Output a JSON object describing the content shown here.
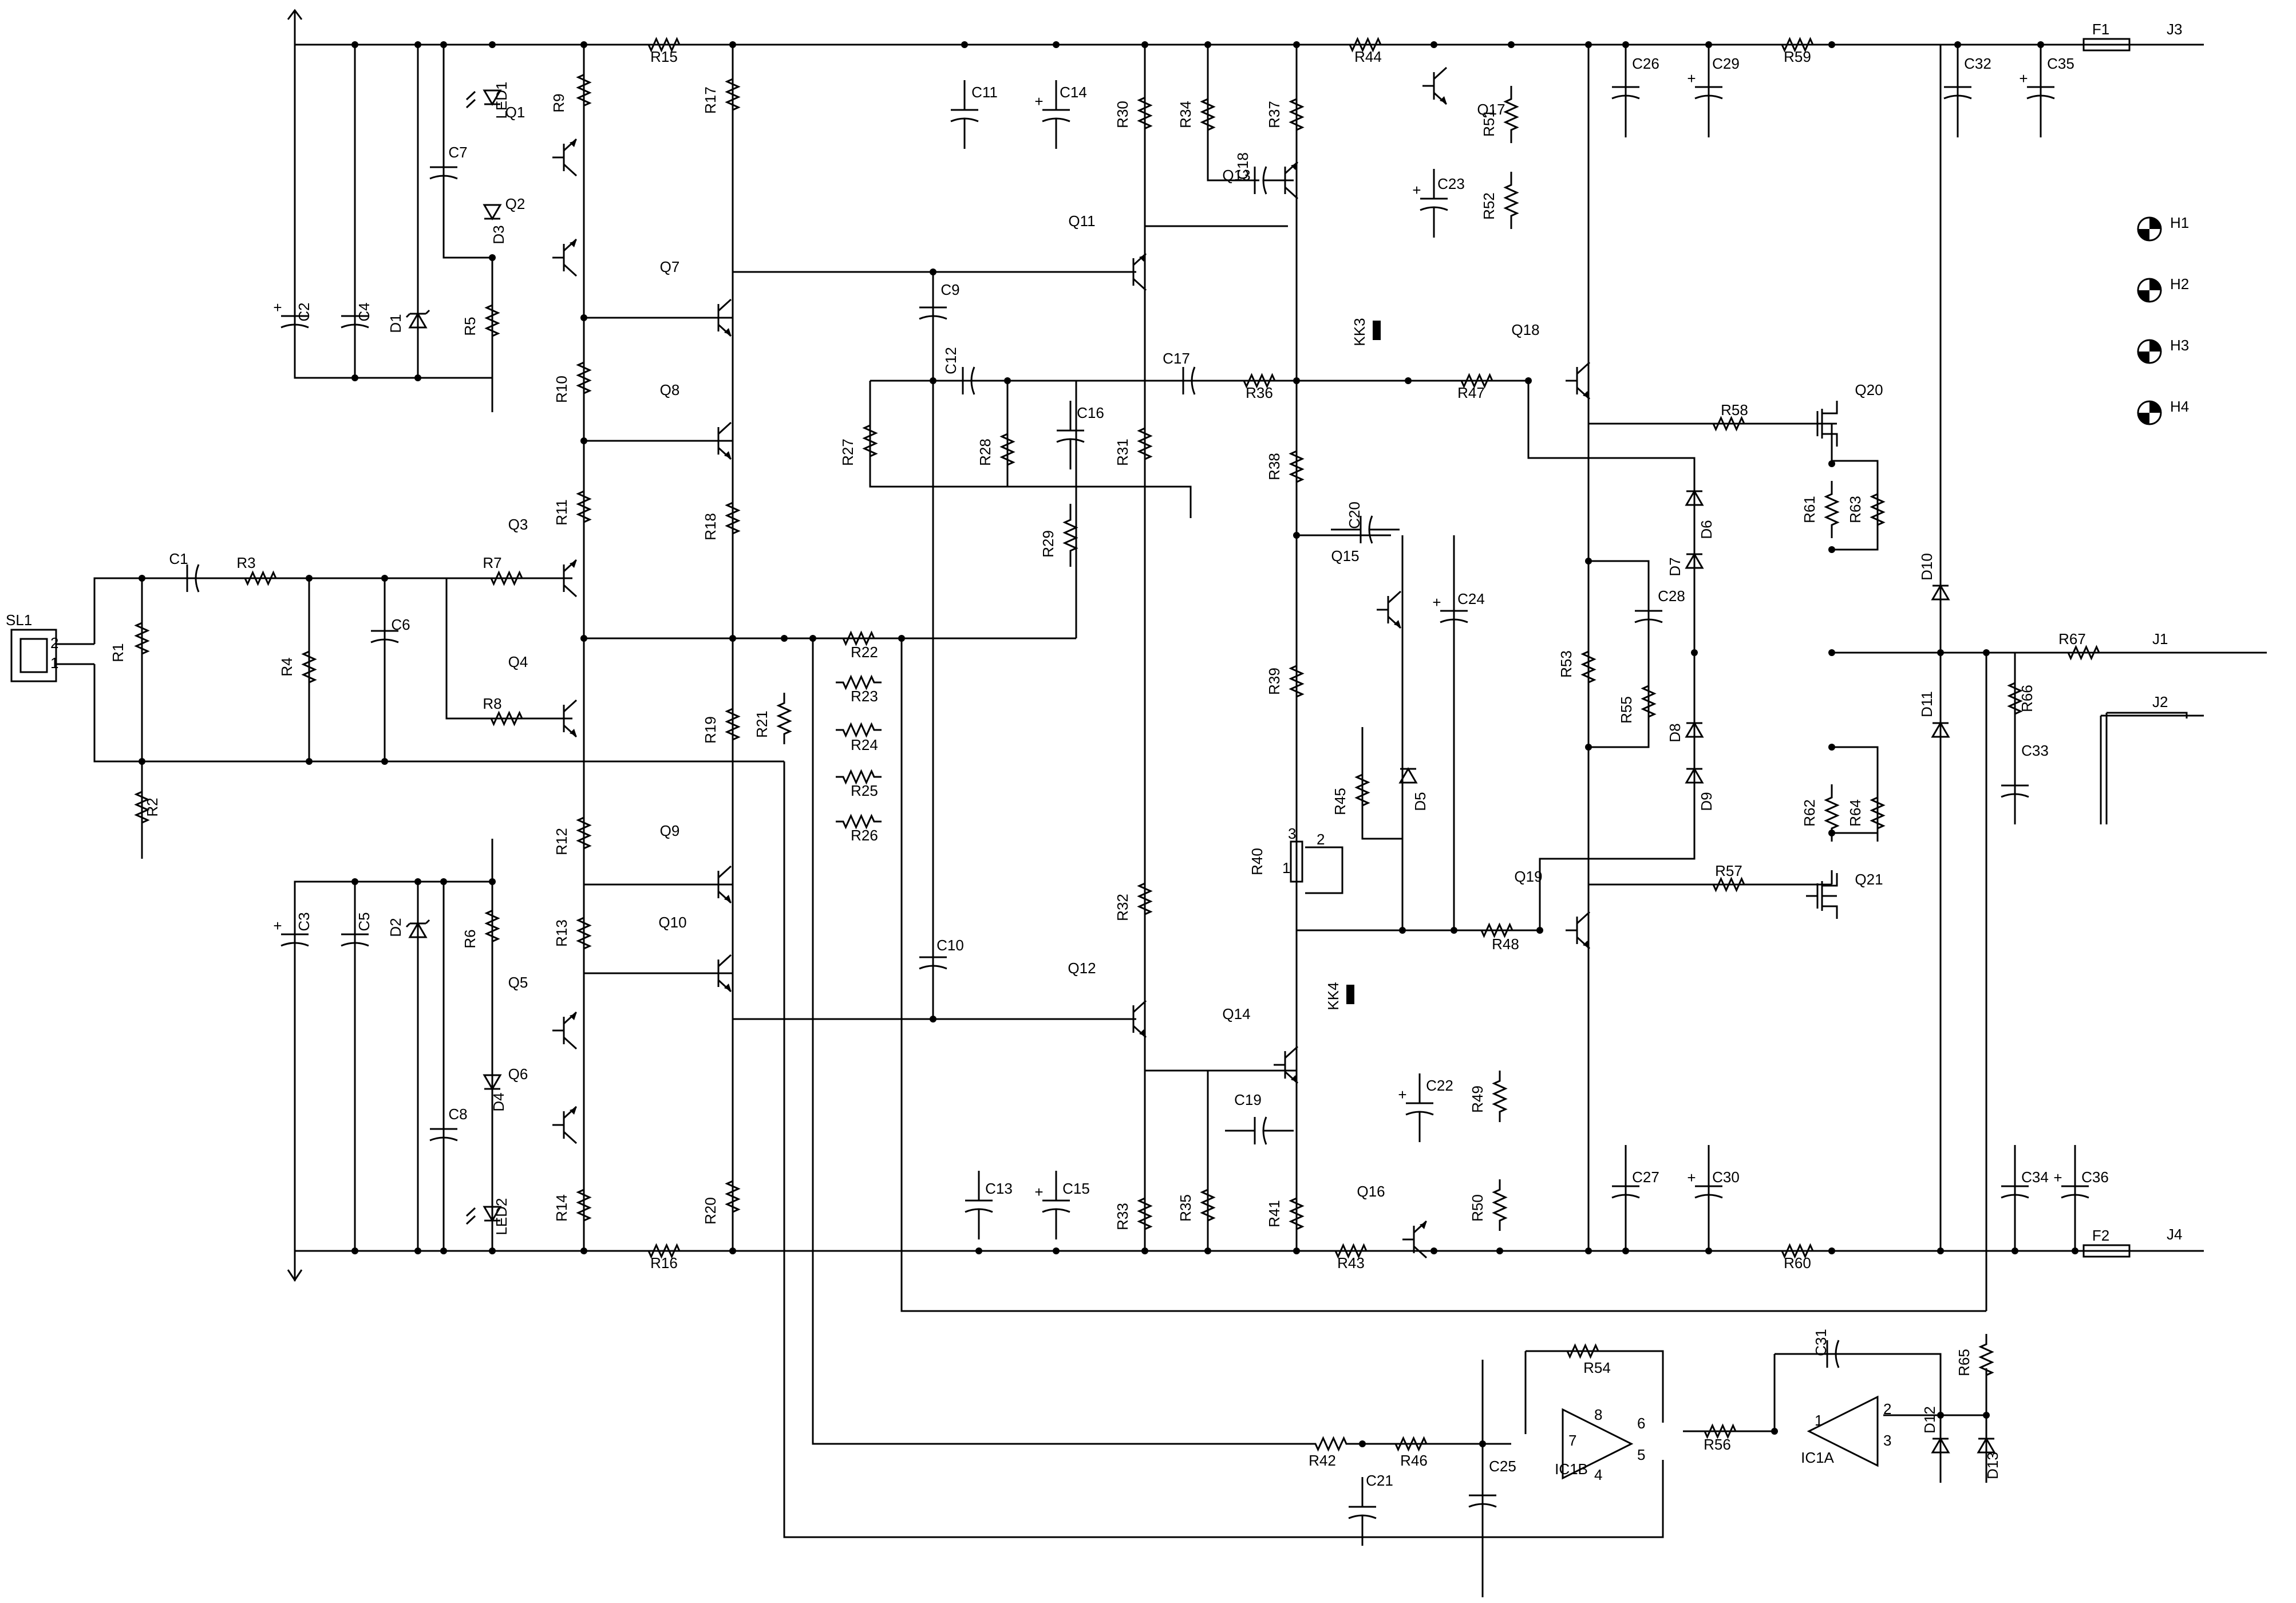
{
  "diagram": {
    "connector": {
      "name": "SL1",
      "pins": [
        "2",
        "1"
      ]
    },
    "terminals": [
      "J1",
      "J2",
      "J3",
      "J4"
    ],
    "fuses": [
      "F1",
      "F2"
    ],
    "resistors": [
      "R1",
      "R2",
      "R3",
      "R4",
      "R5",
      "R6",
      "R7",
      "R8",
      "R9",
      "R10",
      "R11",
      "R12",
      "R13",
      "R14",
      "R15",
      "R16",
      "R17",
      "R18",
      "R19",
      "R20",
      "R21",
      "R22",
      "R23",
      "R24",
      "R25",
      "R26",
      "R27",
      "R28",
      "R29",
      "R30",
      "R31",
      "R32",
      "R33",
      "R34",
      "R35",
      "R36",
      "R37",
      "R38",
      "R39",
      "R41",
      "R42",
      "R43",
      "R44",
      "R45",
      "R46",
      "R47",
      "R48",
      "R49",
      "R50",
      "R51",
      "R52",
      "R53",
      "R54",
      "R55",
      "R56",
      "R57",
      "R58",
      "R59",
      "R60",
      "R61",
      "R62",
      "R63",
      "R64",
      "R65",
      "R66",
      "R67"
    ],
    "trimmer": {
      "name": "R40",
      "pins": [
        "1",
        "2",
        "3"
      ]
    },
    "capacitors": [
      "C1",
      "C2",
      "C3",
      "C4",
      "C5",
      "C6",
      "C7",
      "C8",
      "C9",
      "C10",
      "C11",
      "C12",
      "C13",
      "C14",
      "C15",
      "C16",
      "C17",
      "C18",
      "C19",
      "C20",
      "C21",
      "C22",
      "C23",
      "C24",
      "C25",
      "C26",
      "C27",
      "C28",
      "C29",
      "C30",
      "C31",
      "C32",
      "C33",
      "C34",
      "C35",
      "C36"
    ],
    "diodes": [
      "D1",
      "D2",
      "D3",
      "D4",
      "D5",
      "D6",
      "D7",
      "D8",
      "D9",
      "D10",
      "D11",
      "D12",
      "D13"
    ],
    "leds": [
      "LED1",
      "LED2"
    ],
    "transistors": [
      "Q1",
      "Q2",
      "Q3",
      "Q4",
      "Q5",
      "Q6",
      "Q7",
      "Q8",
      "Q9",
      "Q10",
      "Q11",
      "Q12",
      "Q13",
      "Q14",
      "Q15",
      "Q16",
      "Q17",
      "Q18",
      "Q19",
      "Q20",
      "Q21"
    ],
    "heatsink_contacts": [
      "KK3",
      "KK4"
    ],
    "mounting_holes": [
      "H1",
      "H2",
      "H3",
      "H4"
    ],
    "opamps": [
      {
        "name": "IC1A",
        "pins": [
          "1",
          "2",
          "3"
        ]
      },
      {
        "name": "IC1B",
        "pins": [
          "4",
          "5",
          "6",
          "7",
          "8"
        ]
      }
    ]
  }
}
